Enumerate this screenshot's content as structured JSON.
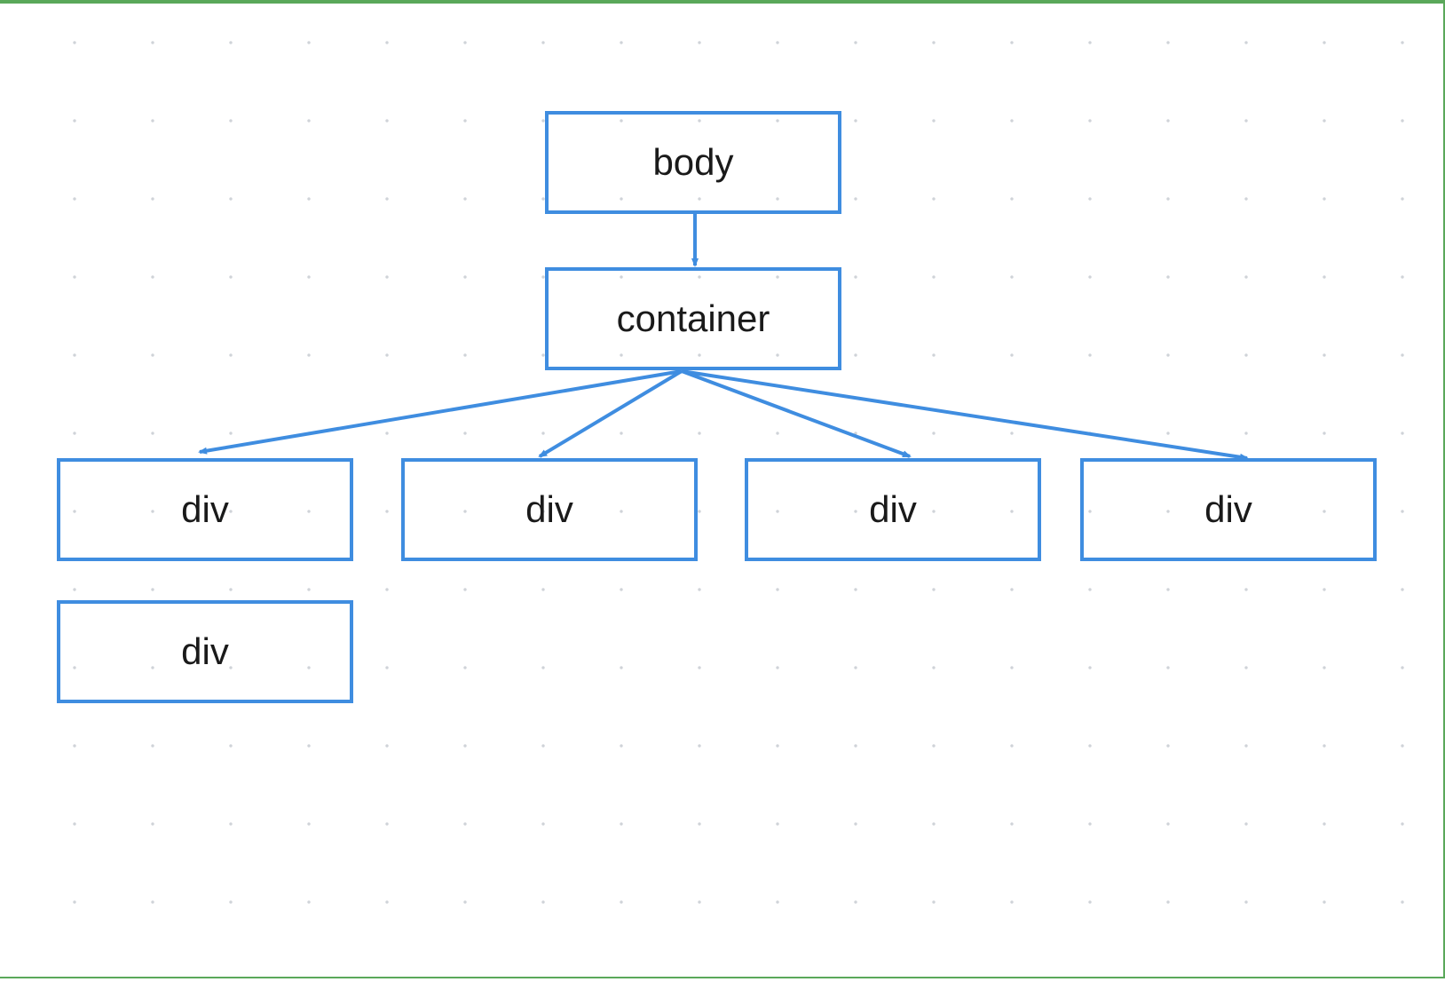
{
  "diagram": {
    "nodes": {
      "body": "body",
      "container": "container",
      "div_1": "div",
      "div_2": "div",
      "div_3": "div",
      "div_4": "div",
      "div_5": "div"
    },
    "edges": [
      {
        "from": "body",
        "to": "container"
      },
      {
        "from": "container",
        "to": "div_1"
      },
      {
        "from": "container",
        "to": "div_2"
      },
      {
        "from": "container",
        "to": "div_3"
      },
      {
        "from": "container",
        "to": "div_4"
      }
    ],
    "colors": {
      "node_border": "#3f8de0",
      "edge": "#3f8de0",
      "frame_border": "#5aa85a",
      "grid_dot": "#cfd3d8"
    }
  }
}
